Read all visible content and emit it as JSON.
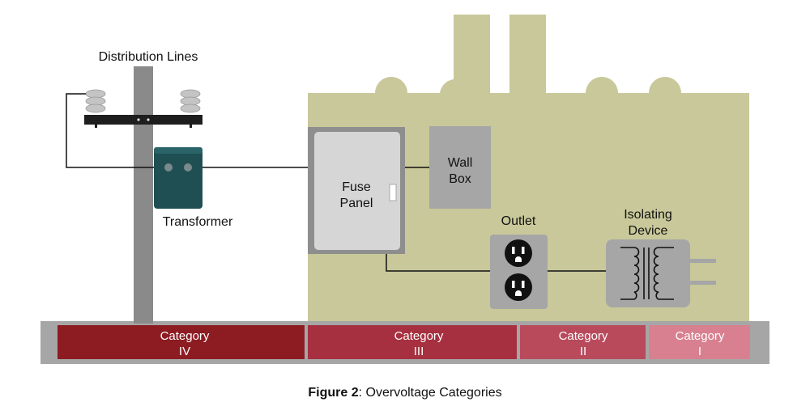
{
  "labels": {
    "distribution_lines": "Distribution Lines",
    "transformer": "Transformer",
    "fuse_panel_line1": "Fuse",
    "fuse_panel_line2": "Panel",
    "wall_box_line1": "Wall",
    "wall_box_line2": "Box",
    "outlet": "Outlet",
    "isolating_line1": "Isolating",
    "isolating_line2": "Device"
  },
  "categories": [
    {
      "word": "Category",
      "numeral": "IV",
      "color": "#8c1c22"
    },
    {
      "word": "Category",
      "numeral": "III",
      "color": "#a63040"
    },
    {
      "word": "Category",
      "numeral": "II",
      "color": "#b84a5c"
    },
    {
      "word": "Category",
      "numeral": "I",
      "color": "#d88090"
    }
  ],
  "caption": {
    "bold": "Figure 2",
    "text": ": Overvoltage Categories"
  },
  "colors": {
    "building": "#c8c89a",
    "pole": "#8a8a8a",
    "ground": "#a6a6a6",
    "transformer": "#1f4f52",
    "device": "#a6a6a6"
  }
}
